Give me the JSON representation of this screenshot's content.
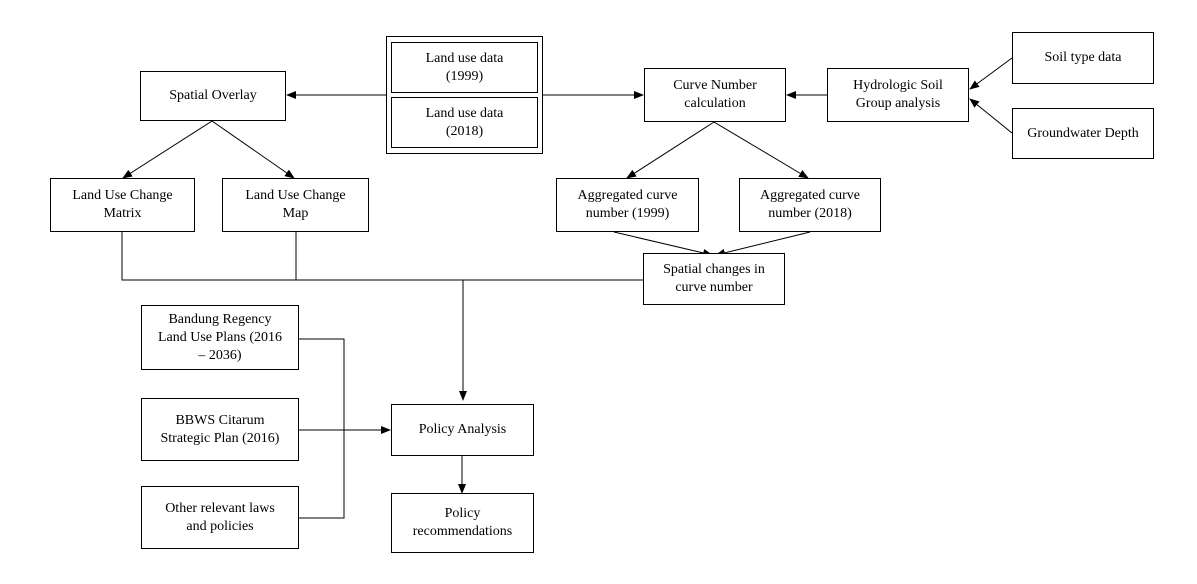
{
  "diagram": {
    "nodes": {
      "landuse1999": "Land use data\n(1999)",
      "landuse2018": "Land use data\n(2018)",
      "spatialOverlay": "Spatial Overlay",
      "curveNumberCalc": "Curve Number\ncalculation",
      "hsg": "Hydrologic Soil\nGroup analysis",
      "soilType": "Soil type data",
      "groundwater": "Groundwater Depth",
      "lucMatrix": "Land Use Change\nMatrix",
      "lucMap": "Land Use Change\nMap",
      "acn1999": "Aggregated curve\nnumber (1999)",
      "acn2018": "Aggregated curve\nnumber (2018)",
      "spatialChanges": "Spatial changes in\ncurve number",
      "bandungPlans": "Bandung Regency\nLand Use Plans (2016\n– 2036)",
      "bbwsPlan": "BBWS Citarum\nStrategic Plan (2016)",
      "otherLaws": "Other relevant laws\nand policies",
      "policyAnalysis": "Policy Analysis",
      "policyRecs": "Policy\nrecommendations"
    }
  }
}
